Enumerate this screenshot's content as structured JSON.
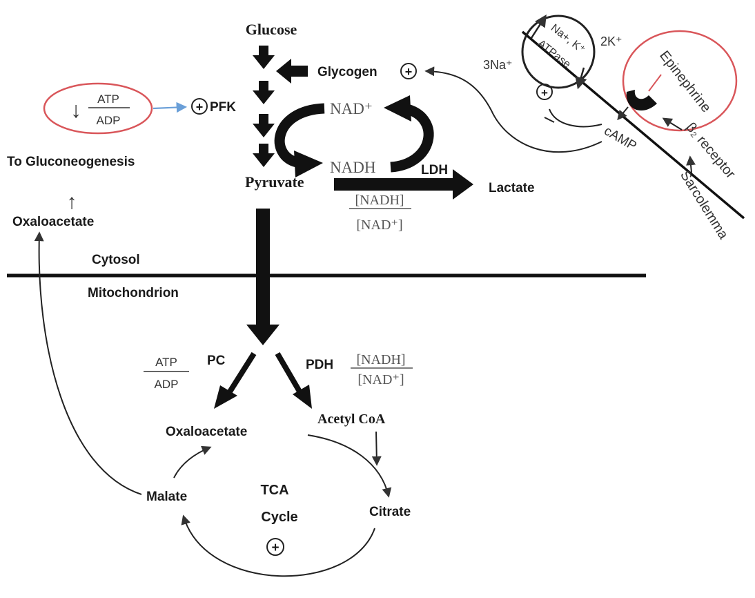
{
  "labels": {
    "glucose": "Glucose",
    "glycogen": "Glycogen",
    "pfk": "PFK",
    "nad_plus": "NAD⁺",
    "nadh": "NADH",
    "ldh": "LDH",
    "pyruvate": "Pyruvate",
    "lactate": "Lactate",
    "ratio_cyto_num": "[NADH]",
    "ratio_cyto_den": "[NAD⁺]",
    "to_gluconeogenesis": "To Gluconeogenesis",
    "oxaloacetate_cyto": "Oxaloacetate",
    "cytosol": "Cytosol",
    "mitochondrion": "Mitochondrion",
    "atp_top": "ATP",
    "adp_top": "ADP",
    "atp_mito": "ATP",
    "adp_mito": "ADP",
    "pc": "PC",
    "pdh": "PDH",
    "ratio_mito_num": "[NADH]",
    "ratio_mito_den": "[NAD⁺]",
    "acetyl_coa": "Acetyl CoA",
    "oxaloacetate_mito": "Oxaloacetate",
    "malate": "Malate",
    "citrate": "Citrate",
    "tca_line1": "TCA",
    "tca_line2": "Cycle",
    "pump_line1": "Na+, K⁺",
    "pump_line2": "ATPase",
    "three_na": "3Na⁺",
    "two_k": "2K⁺",
    "camp": "cAMP",
    "epinephrine": "Epinephrine",
    "beta2": "β₂ receptor",
    "sarcolemma": "Sarcolemma",
    "plus_sign": "+",
    "down_arrow": "↓",
    "up_arrow": "↑"
  },
  "colors": {
    "ink": "#111111",
    "highlight_ellipse": "#d9565a",
    "pfk_arrow": "#6a9fd8",
    "gray_text": "#555555"
  }
}
